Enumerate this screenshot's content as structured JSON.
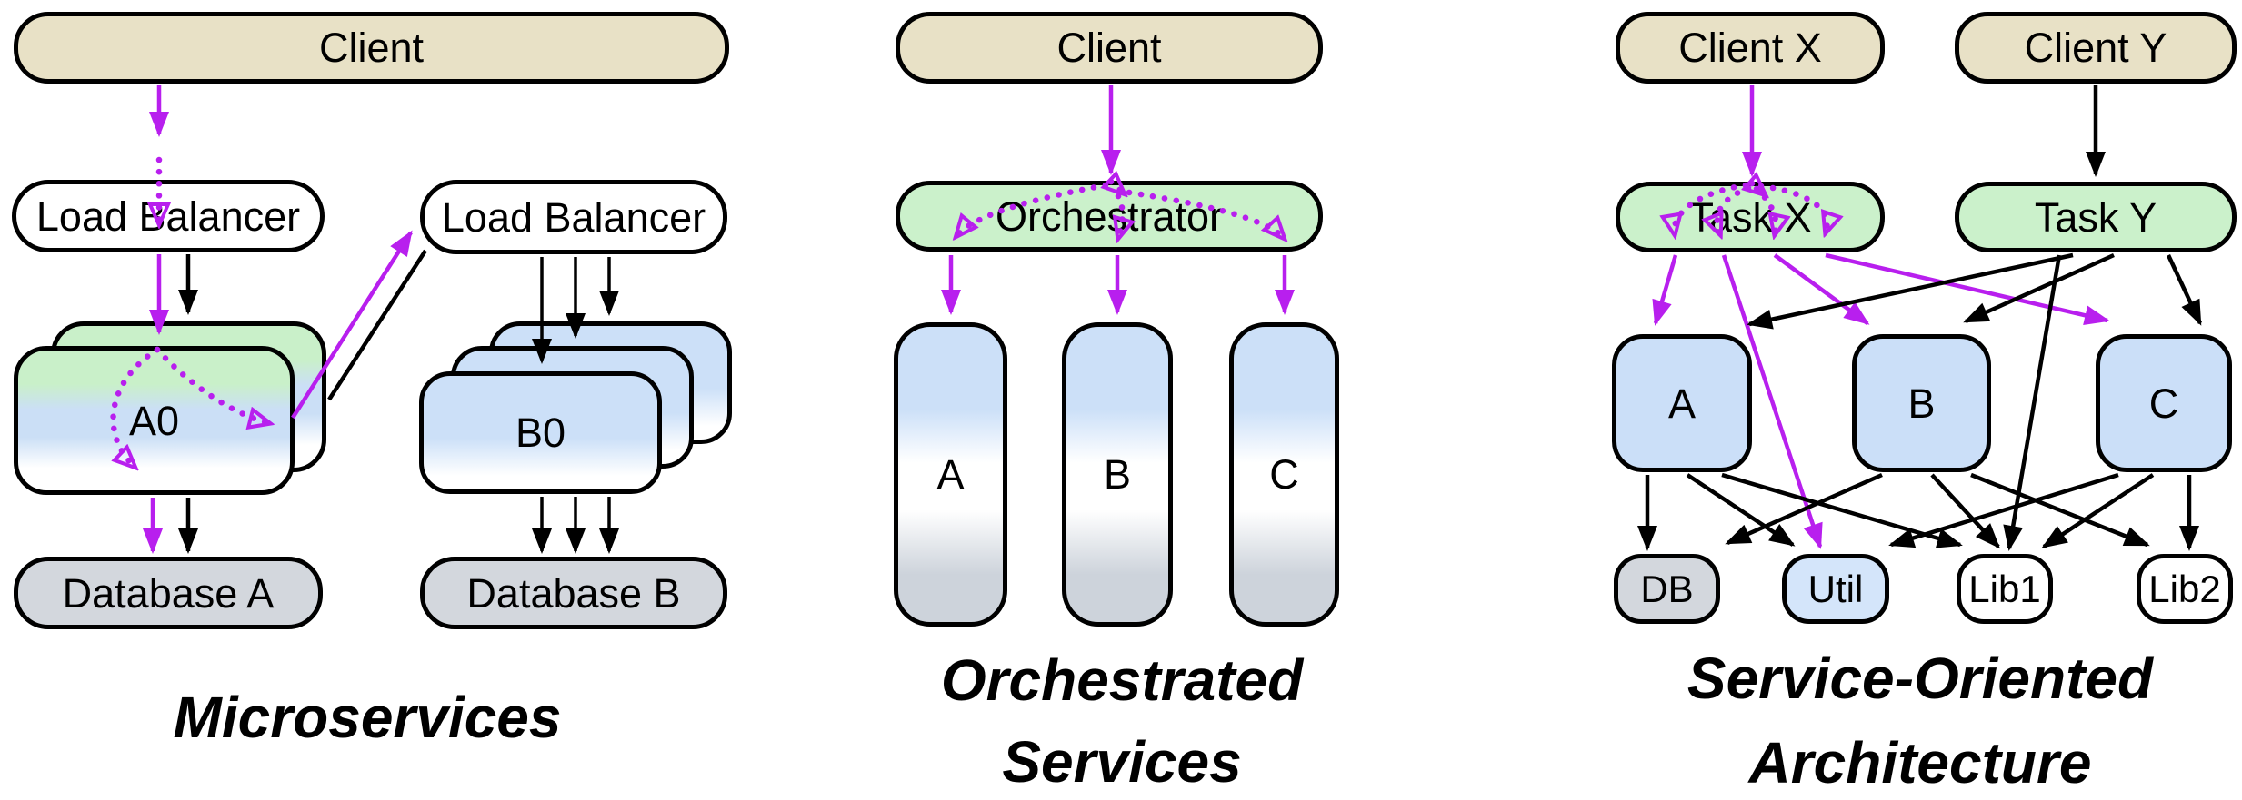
{
  "diagram_title": "Service architecture comparison diagram",
  "colors": {
    "client_fill": "#E8E1C6",
    "load_balancer_fill": "#FFFFFF",
    "orchestrator_fill": "#CBF1CB",
    "service_blue_fill": "#CBDFF8",
    "database_gray_fill": "#D3D7DD",
    "util_fill": "#D4E5FA",
    "request_path_magenta": "#B81FEE",
    "edge_black": "#000000"
  },
  "panels": [
    {
      "id": "microservices",
      "title": "Microservices",
      "nodes": {
        "client": "Client",
        "lb1": "Load Balancer",
        "lb2": "Load Balancer",
        "service_a": "A0",
        "service_b": "B0",
        "db_a": "Database A",
        "db_b": "Database B"
      }
    },
    {
      "id": "orchestrated",
      "title_line1": "Orchestrated",
      "title_line2": "Services",
      "nodes": {
        "client": "Client",
        "orchestrator": "Orchestrator",
        "service_a": "A",
        "service_b": "B",
        "service_c": "C"
      }
    },
    {
      "id": "soa",
      "title_line1": "Service-Oriented",
      "title_line2": "Architecture",
      "nodes": {
        "client_x": "Client X",
        "client_y": "Client Y",
        "task_x": "Task X",
        "task_y": "Task Y",
        "service_a": "A",
        "service_b": "B",
        "service_c": "C",
        "db": "DB",
        "util": "Util",
        "lib1": "Lib1",
        "lib2": "Lib2"
      }
    }
  ]
}
